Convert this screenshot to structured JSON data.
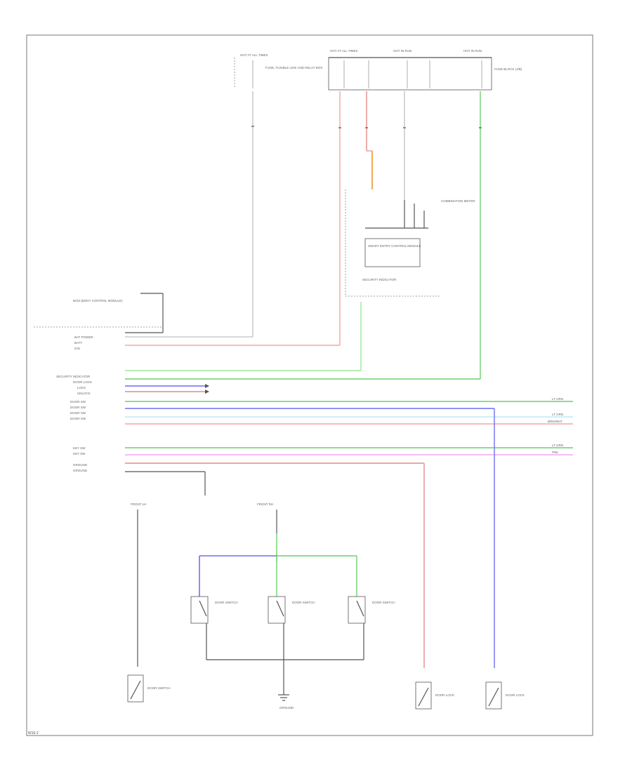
{
  "colors": {
    "pink": "#f4a6a6",
    "red": "#e88a8a",
    "orange": "#f0a040",
    "green": "#6ccf6c",
    "light_green": "#9be89b",
    "blue": "#6f6ff2",
    "light_blue": "#bfe8f8",
    "magenta": "#f3a6f0",
    "gray": "#555555"
  },
  "fuse_labels": {
    "f1": "HOT AT ALL TIMES",
    "f2": "HOT AT ALL TIMES",
    "f3": "HOT IN RUN",
    "f4": "HOT IN RUN"
  },
  "fuse_boxes": {
    "left": "FUSE, FUSIBLE LINK AND RELAY BOX",
    "right": "FUSE BLOCK (J/B)"
  },
  "components": {
    "combination_meter": "COMBINATION METER",
    "security_indicator": "SECURITY INDICATOR",
    "smart_entry": "SMART ENTRY CONTROL MODULE",
    "bcm": "BCM (BODY CONTROL MODULE)",
    "front_lh": "FRONT LH",
    "front_rh": "FRONT RH",
    "switch_1": "DOOR SWITCH",
    "switch_2": "DOOR SWITCH",
    "switch_3": "DOOR SWITCH",
    "door_switch_lh": "DOOR SWITCH",
    "door_lock_lh": "DOOR LOCK",
    "door_lock_rh": "DOOR LOCK",
    "ground": "GROUND"
  },
  "pin_labels": [
    "BAT POWER",
    "BATT",
    "IGN",
    "SECURITY INDICATOR",
    "DOOR LOCK",
    "LOCK",
    "UNLOCK",
    "DOOR SW",
    "DOOR SW",
    "DOOR SW",
    "DOOR SW",
    "KEY SW",
    "KEY SW",
    "GROUND",
    "GROUND"
  ],
  "right_labels": [
    "LT GRN",
    "LT GRN",
    "LT GRN",
    "BRN/WHT",
    "PNK"
  ],
  "footer": "W16-2"
}
